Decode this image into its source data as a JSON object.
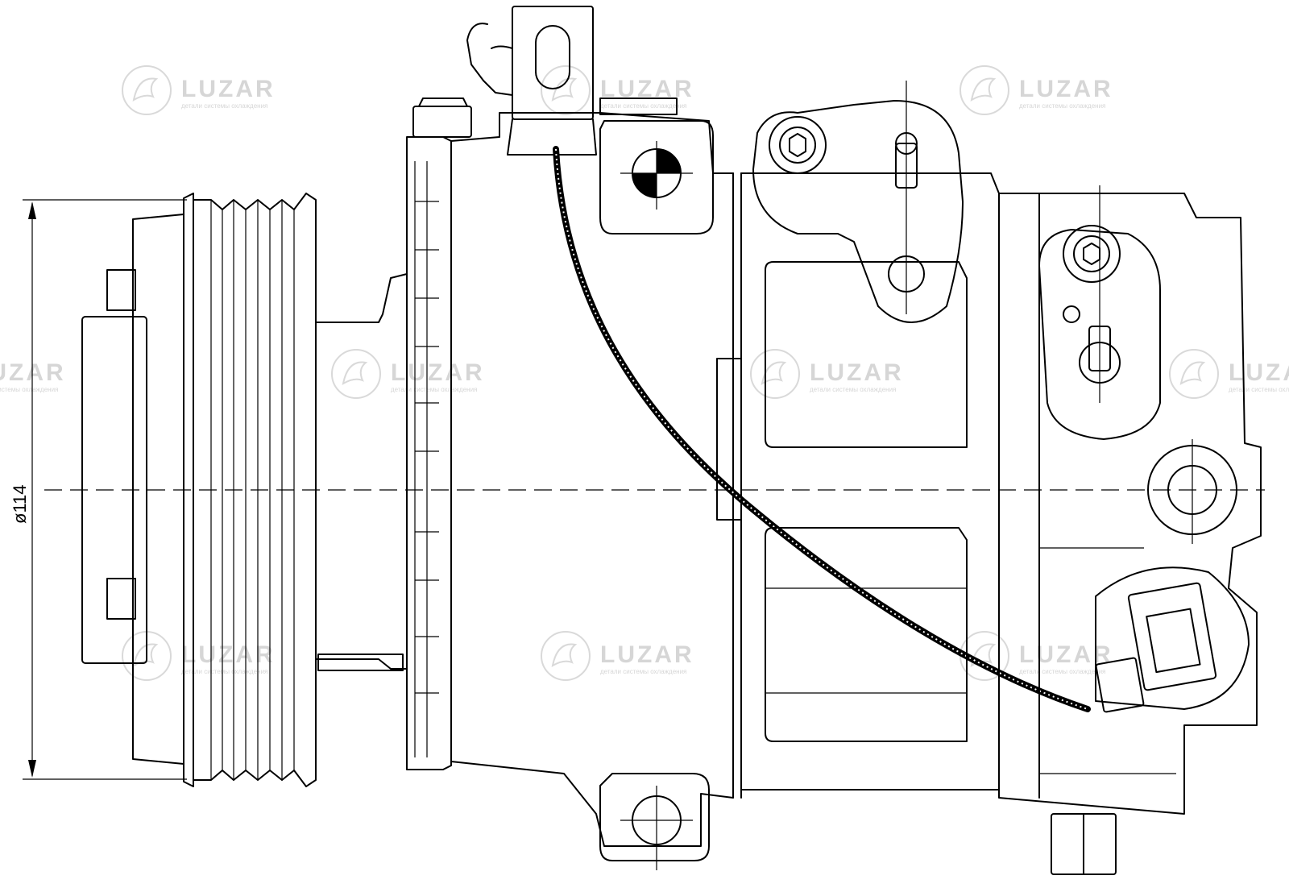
{
  "dimension": {
    "label": "ø114"
  },
  "watermark": {
    "brand": "LUZAR",
    "tagline": "детали системы охлаждения"
  }
}
